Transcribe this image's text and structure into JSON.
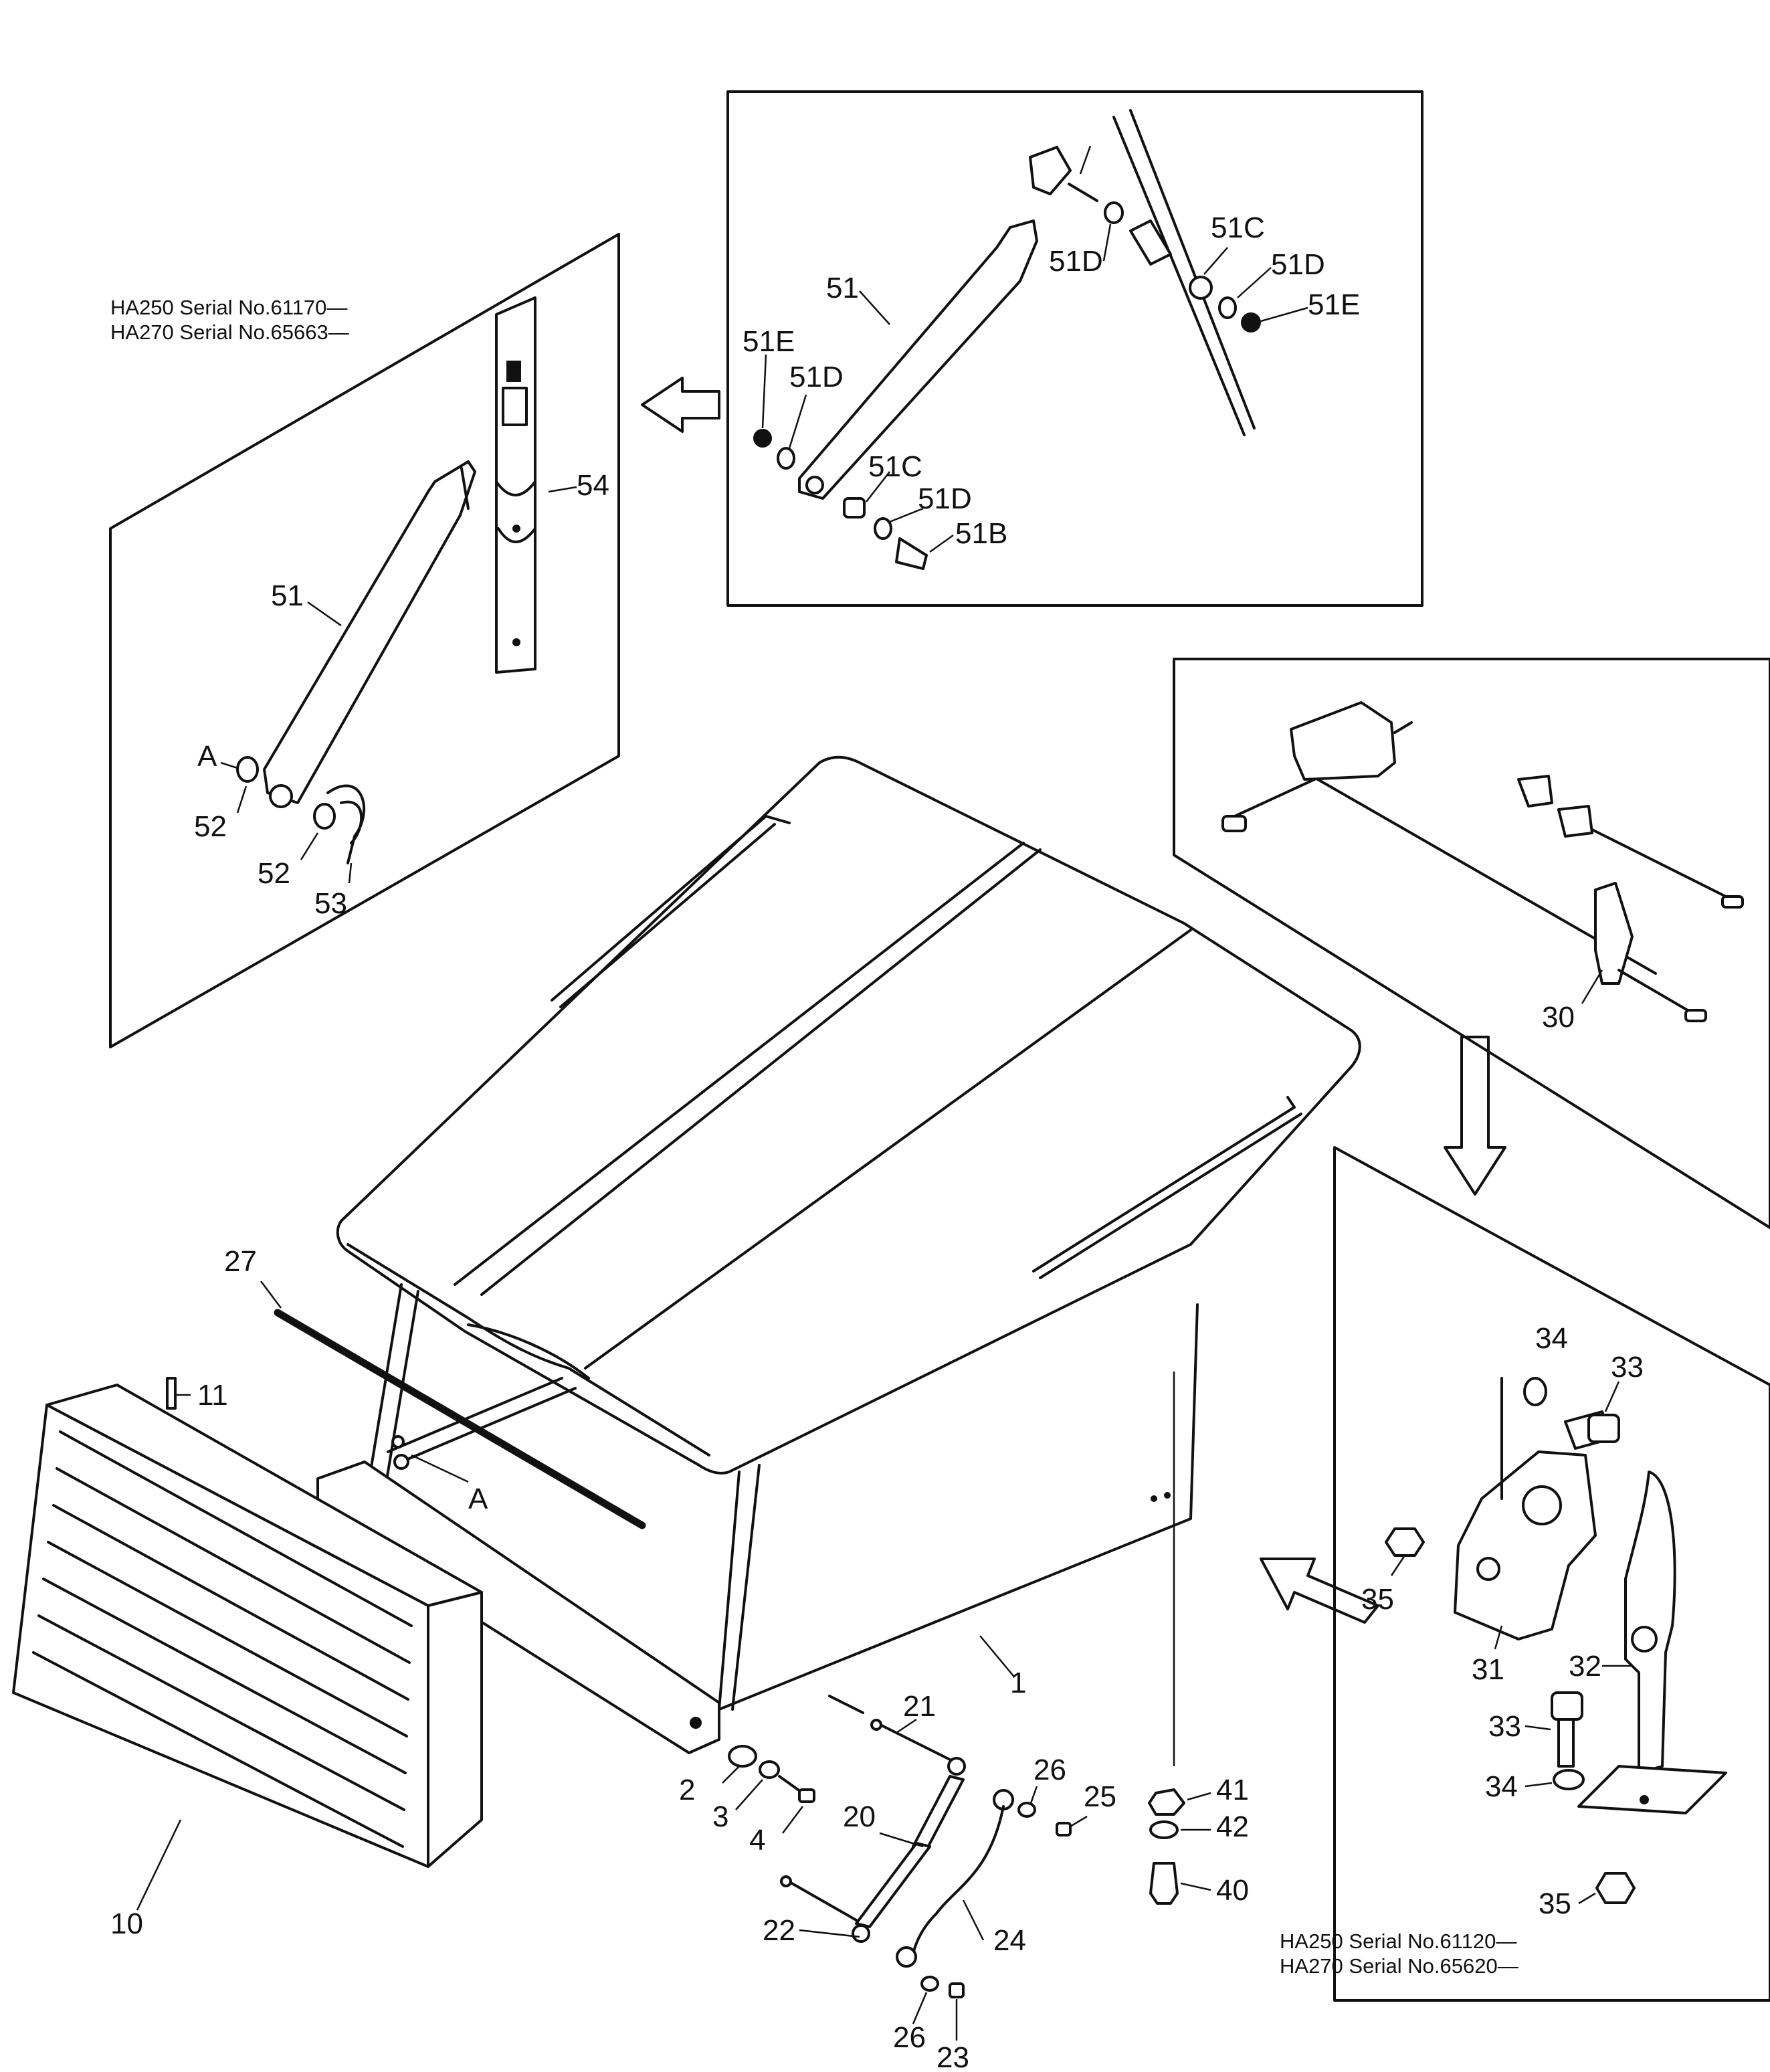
{
  "serial_notes": {
    "top_left": [
      "HA250 Serial No.61170—",
      "HA270 Serial No.65663—"
    ],
    "bottom_right": [
      "HA250 Serial No.61120—",
      "HA270 Serial No.65620—"
    ]
  },
  "callouts": {
    "p1": "1",
    "p2": "2",
    "p3": "3",
    "p4": "4",
    "p10": "10",
    "p11": "11",
    "p20": "20",
    "p21": "21",
    "p22": "22",
    "p23": "23",
    "p24": "24",
    "p25": "25",
    "p26a": "26",
    "p26b": "26",
    "p27": "27",
    "p30": "30",
    "p31": "31",
    "p32": "32",
    "p33a": "33",
    "p33b": "33",
    "p34a": "34",
    "p34b": "34",
    "p35a": "35",
    "p35b": "35",
    "p40": "40",
    "p41": "41",
    "p42": "42",
    "p51_tl": "51",
    "p52a": "52",
    "p52b": "52",
    "p53": "53",
    "p54": "54",
    "pA_tl": "A",
    "p51_tr": "51",
    "p51B": "51B",
    "p51C_a": "51C",
    "p51C_b": "51C",
    "p51D_a": "51D",
    "p51D_b": "51D",
    "p51D_c": "51D",
    "p51D_d": "51D",
    "p51E_a": "51E",
    "p51E_b": "51E",
    "pA_main": "A"
  }
}
